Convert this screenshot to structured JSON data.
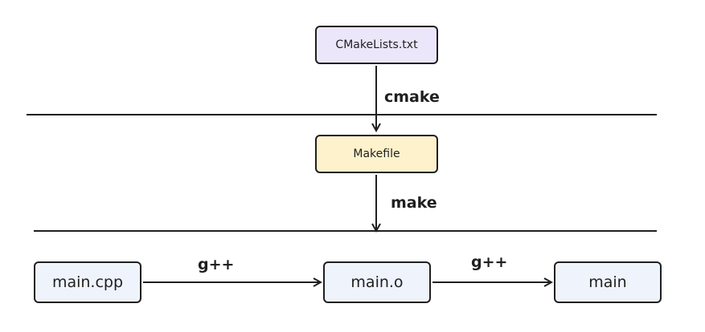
{
  "nodes": {
    "cmakelists": "CMakeLists.txt",
    "makefile": "Makefile",
    "main_cpp": "main.cpp",
    "main_o": "main.o",
    "main": "main"
  },
  "edges": {
    "cmake": "cmake",
    "make": "make",
    "gpp_1": "g++",
    "gpp_2": "g++"
  },
  "colors": {
    "cmakelists_fill": "#ece6fb",
    "makefile_fill": "#fdf2cc",
    "file_fill": "#eef3fc",
    "stroke": "#1f1f1f"
  }
}
